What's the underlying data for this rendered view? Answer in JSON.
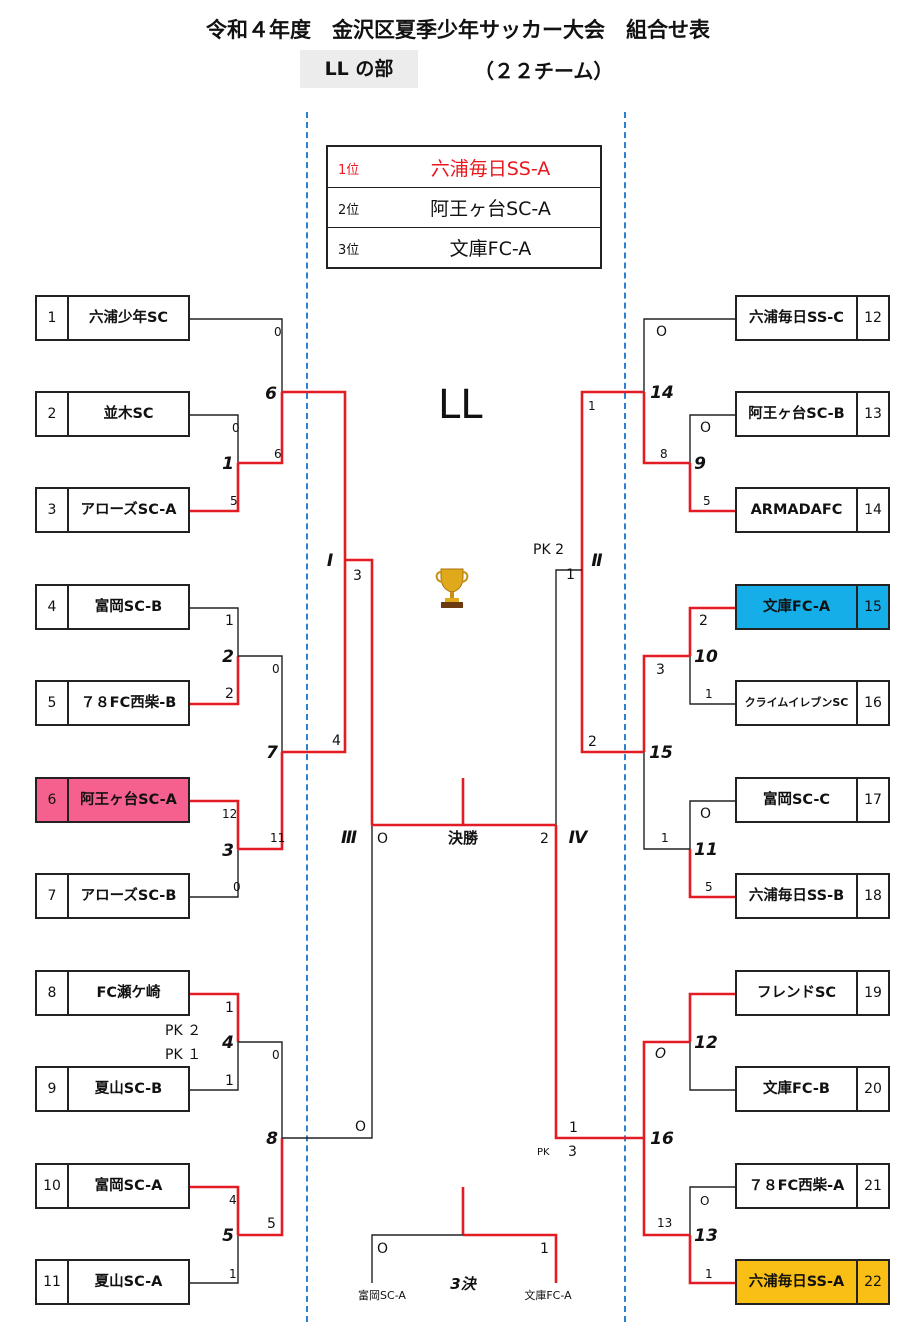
{
  "header": {
    "title": "令和４年度　金沢区夏季少年サッカー大会　組合せ表",
    "division": "LL の部",
    "team_count": "（２２チーム）",
    "big_label": "LL"
  },
  "ranking": [
    {
      "place": "1位",
      "team": "六浦毎日SS-A",
      "color": "#e8181e"
    },
    {
      "place": "2位",
      "team": "阿王ヶ台SC-A",
      "color": "#111111"
    },
    {
      "place": "3位",
      "team": "文庫FC-A",
      "color": "#111111"
    }
  ],
  "colors": {
    "winner_line": "#e31b23",
    "line": "#222222",
    "highlight_pink": "#f5608e",
    "highlight_blue": "#15aee8",
    "highlight_orange": "#f9bf14",
    "divider": "#2f7fd0"
  },
  "left_teams": [
    {
      "no": "1",
      "name": "六浦少年SC"
    },
    {
      "no": "2",
      "name": "並木SC"
    },
    {
      "no": "3",
      "name": "アローズSC-A"
    },
    {
      "no": "4",
      "name": "富岡SC-B"
    },
    {
      "no": "5",
      "name": "７８FC西柴-B"
    },
    {
      "no": "6",
      "name": "阿王ヶ台SC-A",
      "highlight": "pink"
    },
    {
      "no": "7",
      "name": "アローズSC-B"
    },
    {
      "no": "8",
      "name": "FC瀬ケ崎"
    },
    {
      "no": "9",
      "name": "夏山SC-B"
    },
    {
      "no": "10",
      "name": "富岡SC-A"
    },
    {
      "no": "11",
      "name": "夏山SC-A"
    }
  ],
  "right_teams": [
    {
      "no": "12",
      "name": "六浦毎日SS-C"
    },
    {
      "no": "13",
      "name": "阿王ヶ台SC-B"
    },
    {
      "no": "14",
      "name": "ARMADAFC"
    },
    {
      "no": "15",
      "name": "文庫FC-A",
      "highlight": "blue"
    },
    {
      "no": "16",
      "name": "クライムイレブンSC"
    },
    {
      "no": "17",
      "name": "富岡SC-C"
    },
    {
      "no": "18",
      "name": "六浦毎日SS-B"
    },
    {
      "no": "19",
      "name": "フレンドSC"
    },
    {
      "no": "20",
      "name": "文庫FC-B"
    },
    {
      "no": "21",
      "name": "７８FC西柴-A"
    },
    {
      "no": "22",
      "name": "六浦毎日SS-A",
      "highlight": "orange"
    }
  ],
  "match_labels": {
    "m1": "1",
    "m2": "2",
    "m3": "3",
    "m4": "4",
    "m5": "5",
    "m6": "6",
    "m7": "7",
    "m8": "8",
    "m9": "9",
    "m10": "10",
    "m11": "11",
    "m12": "12",
    "m13": "13",
    "m14": "14",
    "m15": "15",
    "m16": "16",
    "sI": "Ⅰ",
    "sII": "Ⅱ",
    "sIII": "Ⅲ",
    "sIV": "Ⅳ",
    "final": "決勝",
    "third": "3決"
  },
  "scores": {
    "m1_top": "0",
    "m1_bottom": "5",
    "m6_top": "0",
    "m6_bottom": "6",
    "m2_top": "1",
    "m2_bottom": "2",
    "m3_top": "12",
    "m3_bottom": "0",
    "m7_top": "0",
    "m7_bottom": "11",
    "m4_top": "1",
    "m4_bottom": "1",
    "m4_pk_top": "PK ２",
    "m4_pk_bottom": "PK １",
    "m5_top": "4",
    "m5_bottom": "1",
    "m8_top": "0",
    "m8_bottom": "5",
    "sI_top": "3",
    "sI_bottom": "4",
    "sIII_top": "O",
    "sIII_bottom": "O",
    "m9_top": "O",
    "m9_bottom": "5",
    "m14_top": "O",
    "m14_bottom": "8",
    "m10_top": "2",
    "m10_bottom": "1",
    "m11_top": "O",
    "m11_bottom": "5",
    "m15_top": "3",
    "m15_bottom": "1",
    "sII_top": "1",
    "sII_bottom": "2",
    "sII_pk": "PK 2",
    "sII_pk_bottom": "1",
    "m12_top": "",
    "m12_bottom": "",
    "m13_top": "O",
    "m13_bottom": "1",
    "m13_left": "13",
    "m16_top": "O",
    "m16_bottom": "",
    "sIV_top": "2",
    "sIV_bottom": "1",
    "sIV_pk": "PK",
    "sIV_pk_val": "3",
    "third_left": "O",
    "third_right": "1",
    "third_team_left": "富岡SC-A",
    "third_team_right": "文庫FC-A"
  }
}
